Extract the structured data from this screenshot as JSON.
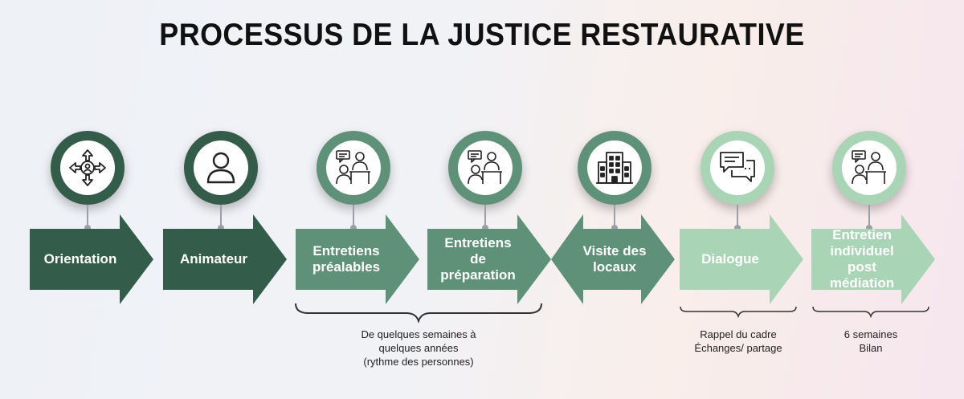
{
  "title": "PROCESSUS DE LA JUSTICE RESTAURATIVE",
  "colors": {
    "dark": "#345c4b",
    "medium": "#5b8f76",
    "light": "#a8d3b5",
    "connector": "#9aa0a6"
  },
  "steps": [
    {
      "label": "Orientation",
      "icon": "arrows-person-icon",
      "color": "#345c4b",
      "shape": "arrow"
    },
    {
      "label": "Animateur",
      "icon": "person-icon",
      "color": "#345c4b",
      "shape": "arrow"
    },
    {
      "label": "Entretiens\npréalables",
      "icon": "interview-icon",
      "color": "#5f9178",
      "shape": "arrow"
    },
    {
      "label": "Entretiens\nde\npréparation",
      "icon": "interview-icon",
      "color": "#5f9178",
      "shape": "arrow"
    },
    {
      "label": "Visite des\nlocaux",
      "icon": "building-icon",
      "color": "#5f9178",
      "shape": "double-arrow"
    },
    {
      "label": "Dialogue",
      "icon": "chat-bubbles-icon",
      "color": "#a9d5b6",
      "shape": "arrow"
    },
    {
      "label": "Entretien\nindividuel post\nmédiation",
      "icon": "interview-icon",
      "color": "#a9d5b6",
      "shape": "arrow"
    }
  ],
  "notes": [
    {
      "text": "De quelques semaines à\nquelques années\n(rythme des personnes)"
    },
    {
      "text": "Rappel du cadre\nÉchanges/ partage"
    },
    {
      "text": "6 semaines\nBilan"
    }
  ]
}
